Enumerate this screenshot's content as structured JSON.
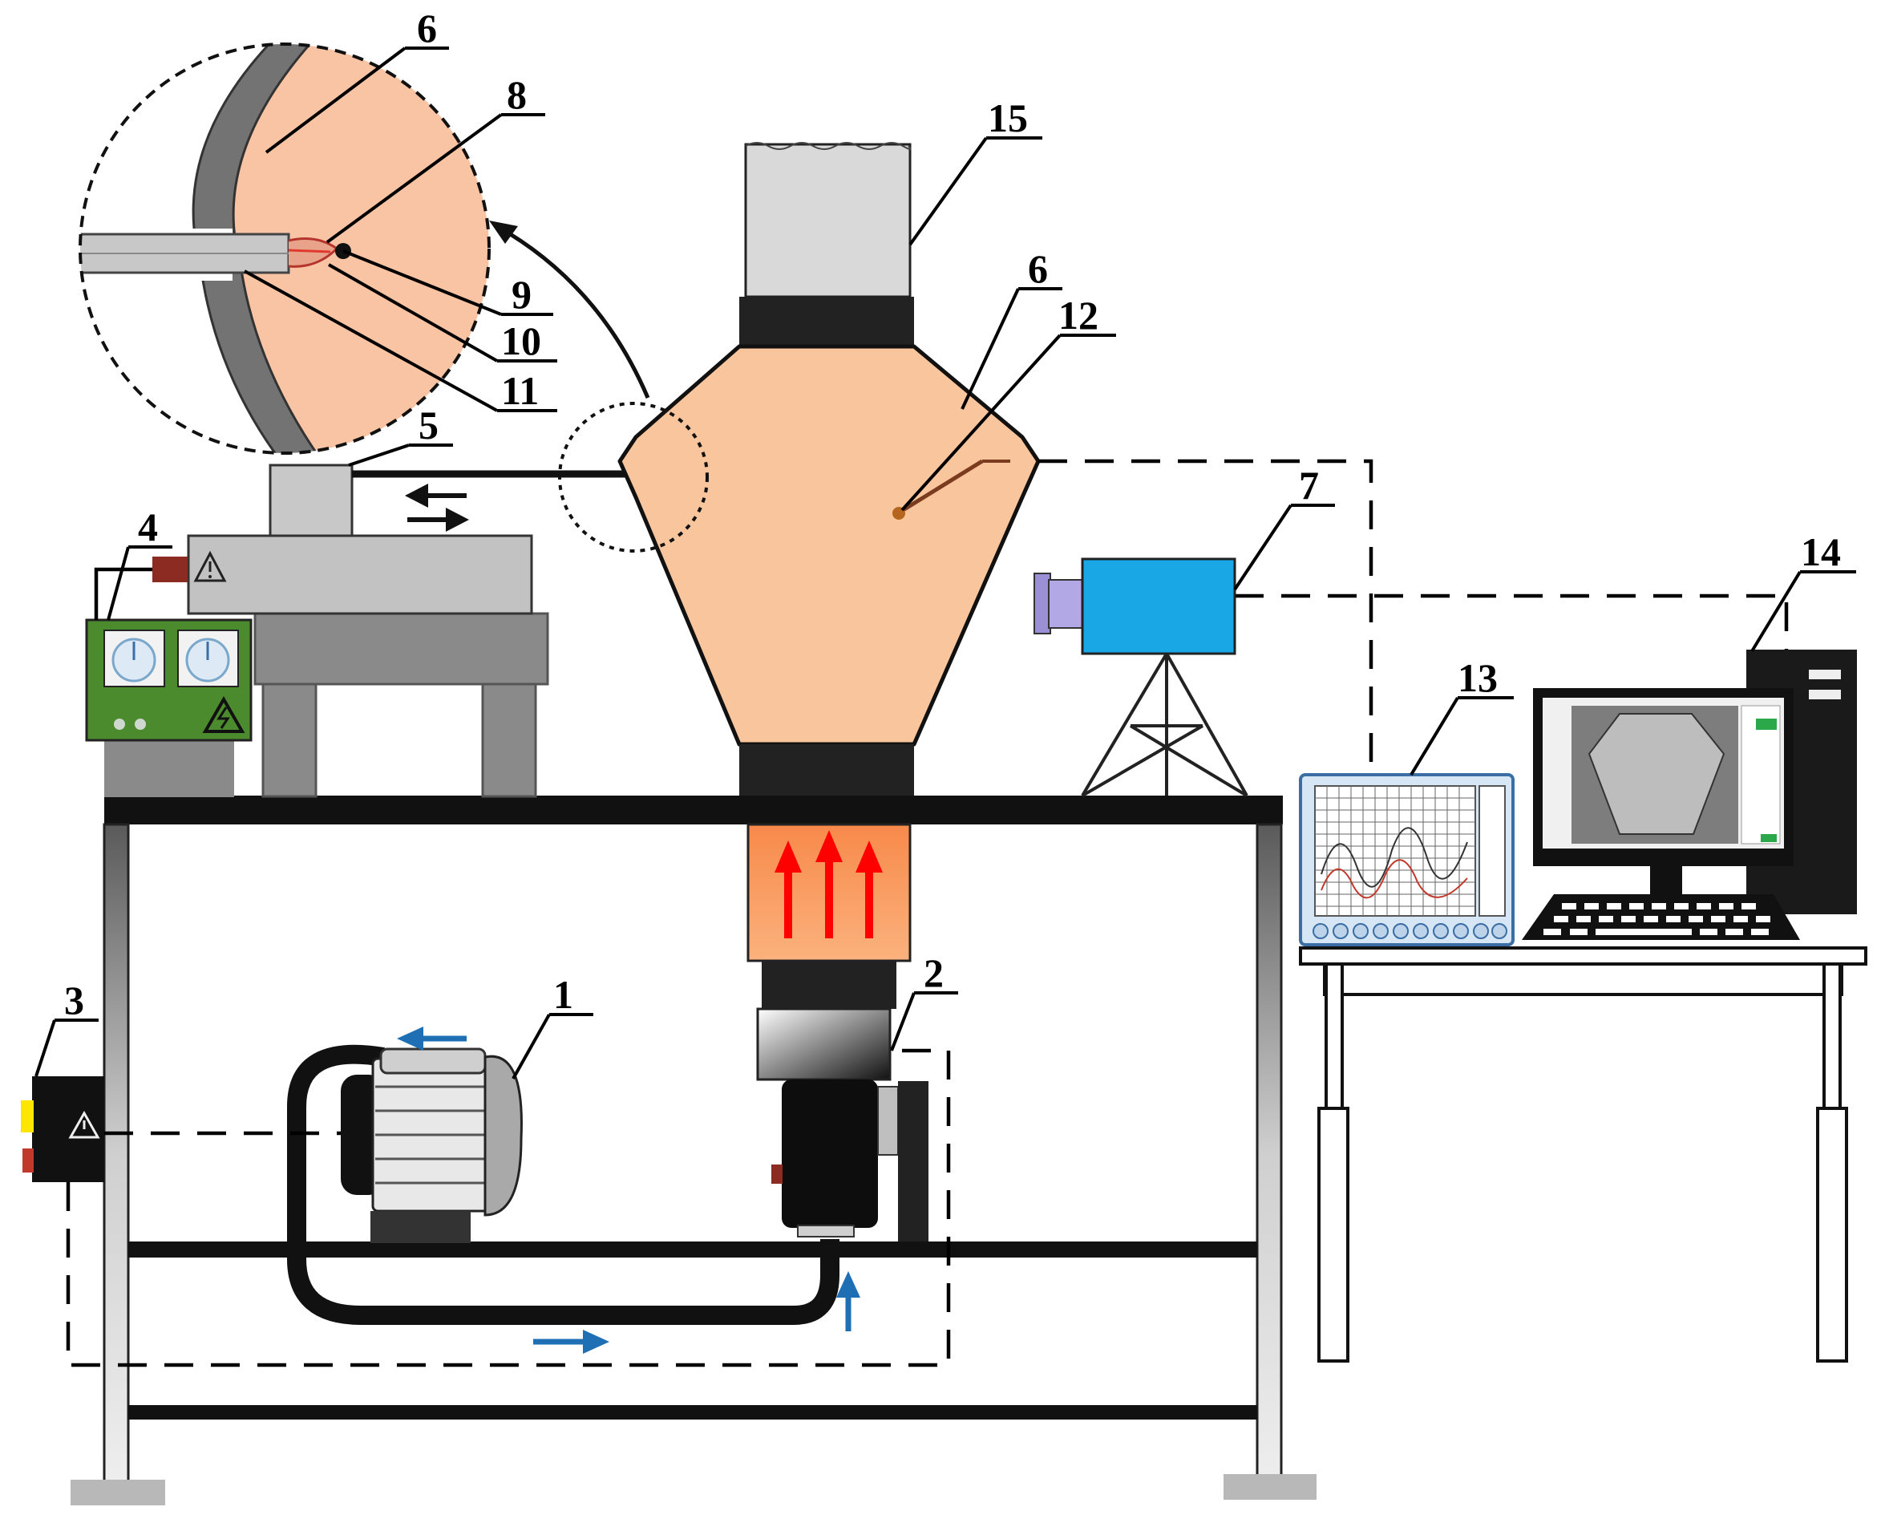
{
  "labels": {
    "n1": "1",
    "n2": "2",
    "n3": "3",
    "n4": "4",
    "n5": "5",
    "n6_detail": "6",
    "n6_body": "6",
    "n7": "7",
    "n8": "8",
    "n9": "9",
    "n10": "10",
    "n11": "11",
    "n12": "12",
    "n13": "13",
    "n14": "14",
    "n15": "15"
  },
  "colors": {
    "chamber": "#f9c59c",
    "chamber_stroke": "#111111",
    "steel": "#c8c8c8",
    "dark": "#111111",
    "camera": "#1aa7e6",
    "lens": "#9b8fd6",
    "panel": "#4c8a2e",
    "heater": "#f79a55",
    "hot_arrow": "#ff0000",
    "flow_arrow": "#1f6fb5",
    "detail_fill": "#f9c4a4"
  },
  "icons": {
    "warning": "warning-triangle-icon",
    "gauge": "gauge-dial-icon"
  }
}
